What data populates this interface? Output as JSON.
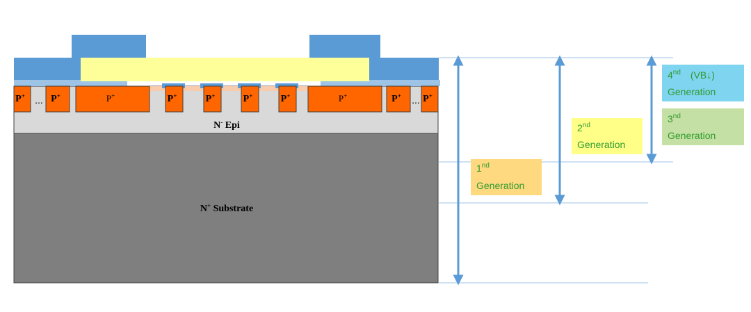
{
  "structure": {
    "p_plus_label": "P",
    "p_plus_sup": "+",
    "ellipsis": "...",
    "epi_label": "N",
    "epi_sup": "-",
    "epi_label_tail": " Epi",
    "substrate_label": "N",
    "substrate_sup": "+",
    "substrate_label_tail": " Substrate"
  },
  "generations": [
    {
      "num": "1",
      "sup": "nd",
      "extra": "",
      "word": "Generation",
      "bg": "#fed980",
      "color": "#2e9b2e"
    },
    {
      "num": "2",
      "sup": "nd",
      "extra": "",
      "word": "Generation",
      "bg": "#ffff88",
      "color": "#2e9b2e"
    },
    {
      "num": "3",
      "sup": "nd",
      "extra": "",
      "word": "Generation",
      "bg": "#c5e0a4",
      "color": "#2e9b2e"
    },
    {
      "num": "4",
      "sup": "nd",
      "extra": "　(VB↓)",
      "word": "Generation",
      "bg": "#7fd4f0",
      "color": "#2e9b2e"
    }
  ],
  "colors": {
    "metal": "#5b9bd5",
    "oxide": "#ffff99",
    "light_blue": "#9dc3e6",
    "p_region": "#ff6600",
    "epi": "#d9d9d9",
    "substrate": "#7f7f7f",
    "peach": "#f8cbad",
    "arrow": "#5b9bd5",
    "guide_line": "#9dc3e6"
  }
}
